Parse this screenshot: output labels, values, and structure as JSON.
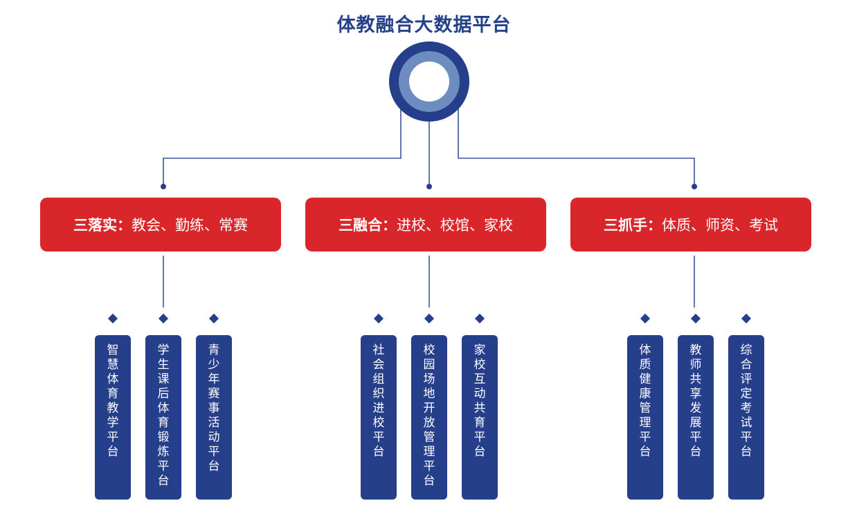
{
  "title": "体教融合大数据平台",
  "colors": {
    "navy": "#263f8b",
    "light_ring": "#6d8dc0",
    "red": "#d8262b"
  },
  "groups": [
    {
      "head": "三落实：",
      "body": "教会、勤练、常赛",
      "platforms": [
        "智慧体育教学平台",
        "学生课后体育锻炼平台",
        "青少年赛事活动平台"
      ]
    },
    {
      "head": "三融合：",
      "body": "进校、校馆、家校",
      "platforms": [
        "社会组织进校平台",
        "校园场地开放管理平台",
        "家校互动共育平台"
      ]
    },
    {
      "head": "三抓手：",
      "body": "体质、师资、考试",
      "platforms": [
        "体质健康管理平台",
        "教师共享发展平台",
        "综合评定考试平台"
      ]
    }
  ]
}
